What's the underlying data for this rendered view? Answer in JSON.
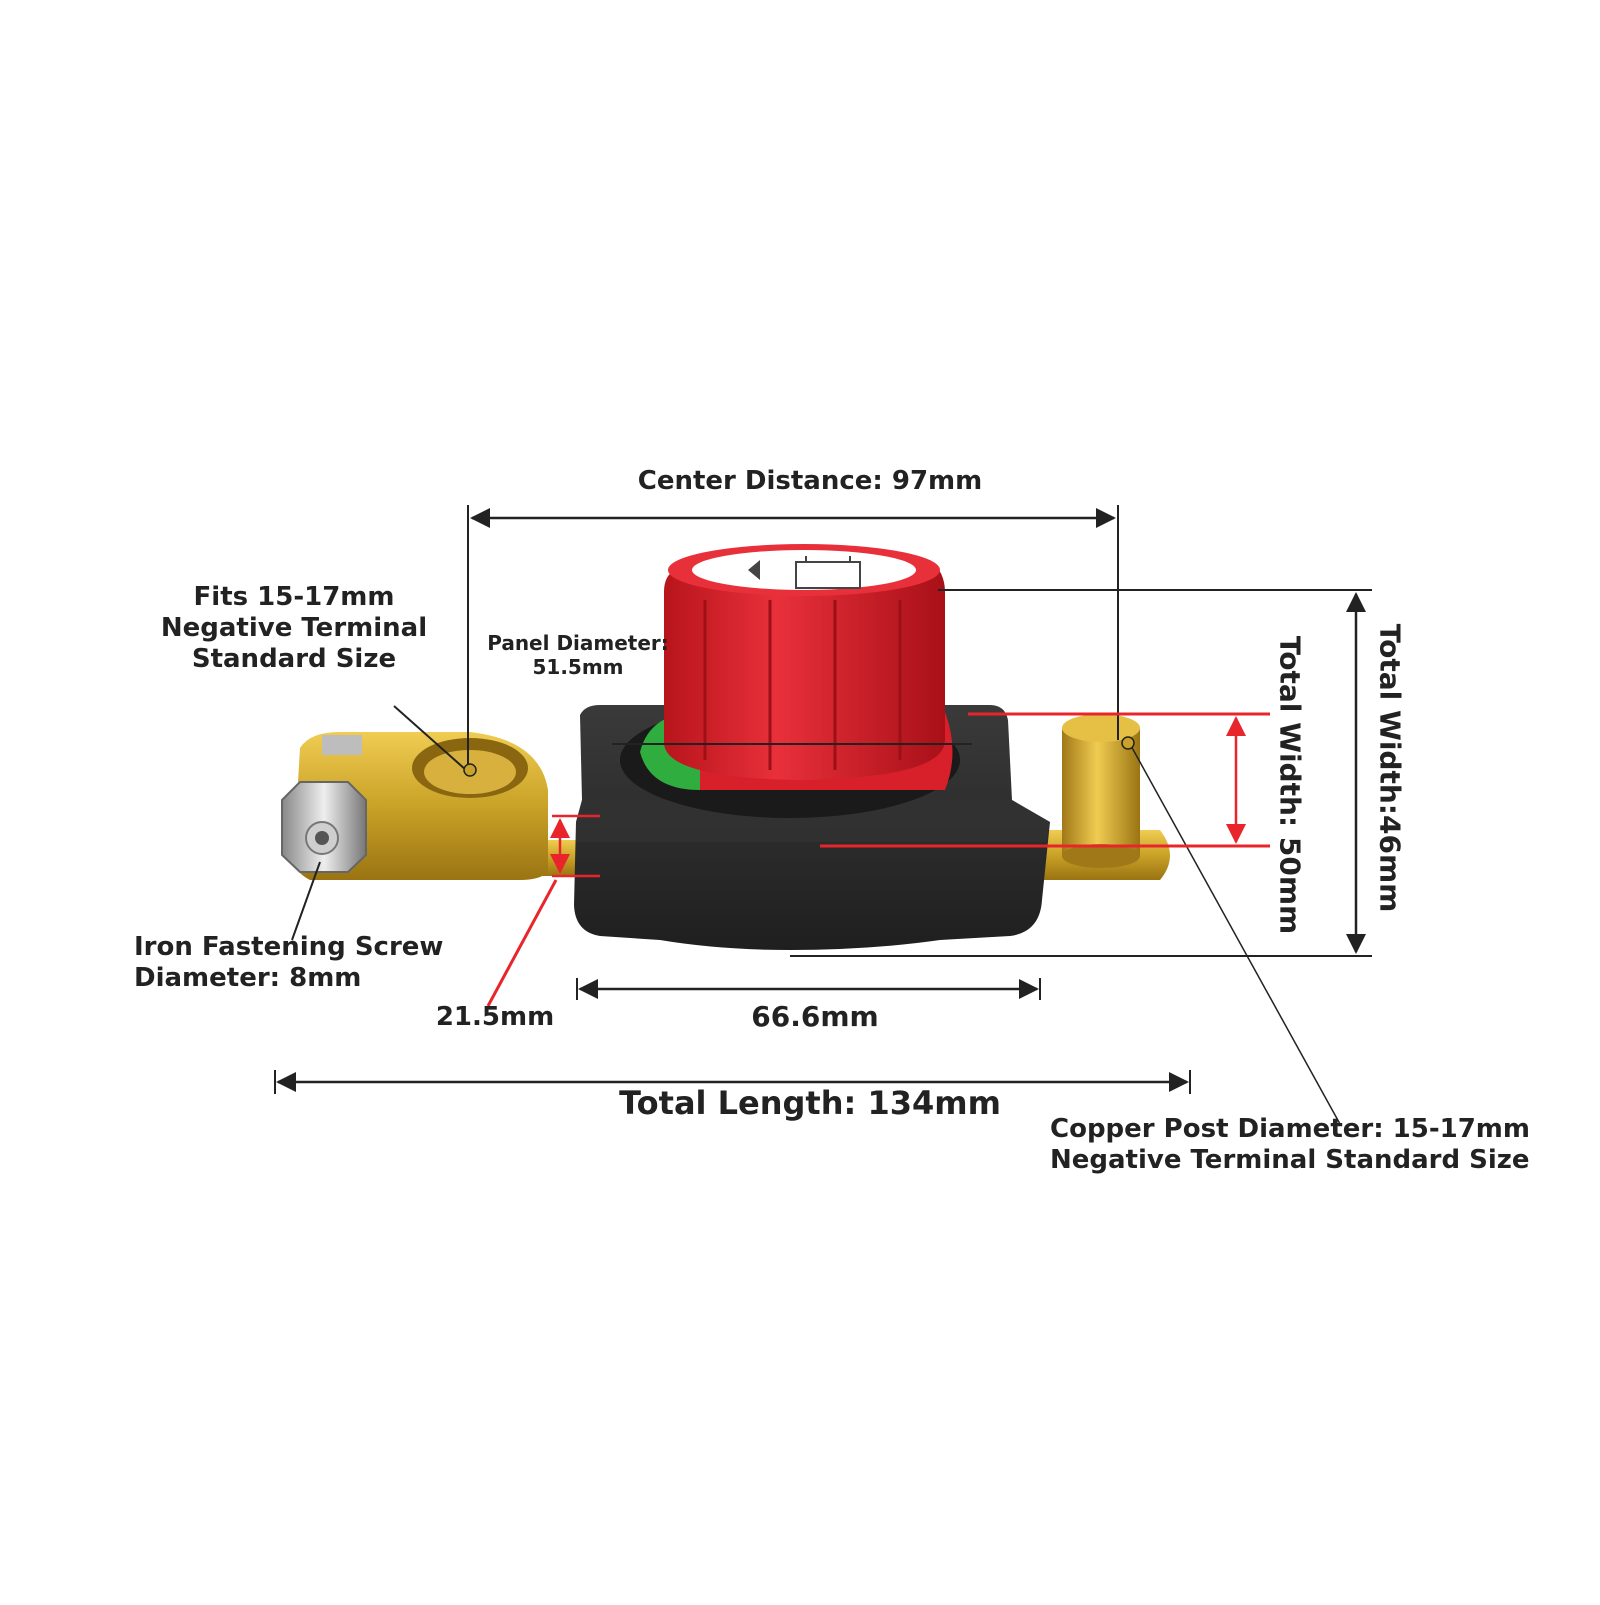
{
  "colors": {
    "knob_red": "#d8202a",
    "base_black": "#2b2b2b",
    "brass": "#c9a227",
    "indicator_green": "#2fae3f",
    "dimension_red": "#e8252b",
    "dimension_black": "#222222"
  },
  "labels": {
    "fits_line1": "Fits 15-17mm",
    "fits_line2": "Negative Terminal",
    "fits_line3": "Standard Size",
    "panel_line1": "Panel Diameter:",
    "panel_line2": "51.5mm",
    "center_distance": "Center Distance: 97mm",
    "iron_line1": "Iron Fastening Screw",
    "iron_line2": "Diameter: 8mm",
    "clamp_height": "21.5mm",
    "base_length": "66.6mm",
    "total_length": "Total Length: 134mm",
    "copper_line1": "Copper Post Diameter: 15-17mm",
    "copper_line2": "Negative Terminal Standard Size",
    "total_width_50": "Total Width: 50mm",
    "total_width_46": "Total Width:46mm"
  },
  "icons": [
    "battery-icon",
    "switch-product-illustration"
  ]
}
